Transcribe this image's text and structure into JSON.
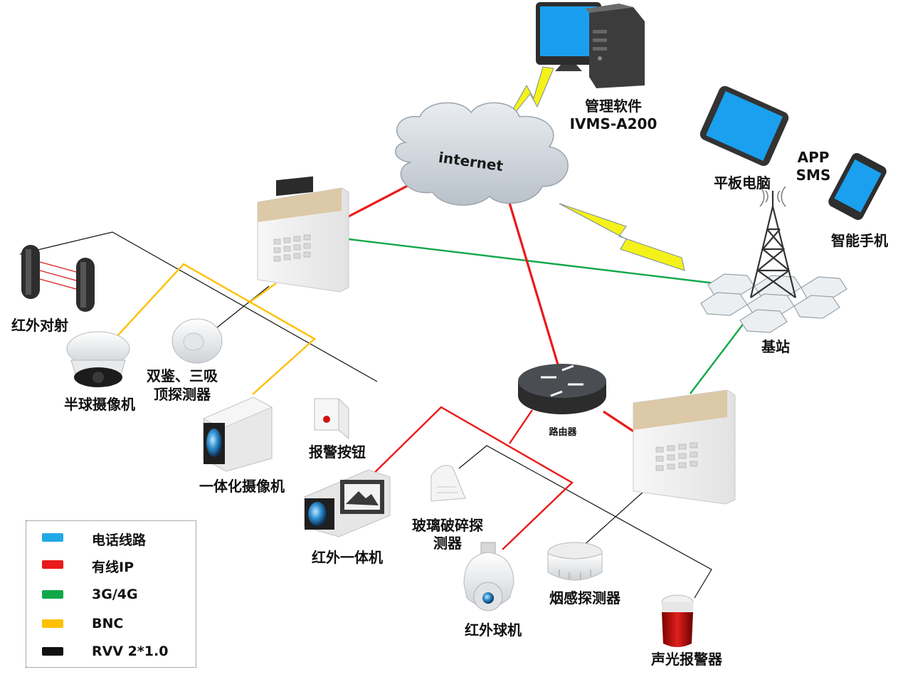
{
  "colors": {
    "phone_line": "#21a9e6",
    "wired_ip": "#ea1a1a",
    "net_3g4g": "#11a84a",
    "bnc": "#ffc000",
    "rvv": "#111111"
  },
  "cloud": {
    "label": "internet"
  },
  "devices": {
    "management_software": {
      "line1": "管理软件",
      "line2": "IVMS-A200"
    },
    "tablet": {
      "label": "平板电脑"
    },
    "app_sms": {
      "line1": "APP",
      "line2": "SMS"
    },
    "smartphone": {
      "label": "智能手机"
    },
    "base_station": {
      "label": "基站"
    },
    "router": {
      "label": "路由器"
    },
    "ir_beam": {
      "label": "红外对射"
    },
    "dome_camera": {
      "label": "半球摄像机"
    },
    "dual_tech_detector": {
      "line1": "双鉴、三吸",
      "line2": "顶探测器"
    },
    "box_camera": {
      "label": "一体化摄像机"
    },
    "alarm_button": {
      "label": "报警按钮"
    },
    "ir_box_camera": {
      "label": "红外一体机"
    },
    "glass_break": {
      "line1": "玻璃破碎探",
      "line2": "测器"
    },
    "ir_speed_dome": {
      "label": "红外球机"
    },
    "smoke_detector": {
      "label": "烟感探测器"
    },
    "strobe_siren": {
      "label": "声光报警器"
    }
  },
  "legend": [
    {
      "label": "电话线路",
      "color": "#21a9e6"
    },
    {
      "label": "有线IP",
      "color": "#ea1a1a"
    },
    {
      "label": "3G/4G",
      "color": "#11a84a"
    },
    {
      "label": "BNC",
      "color": "#ffc000"
    },
    {
      "label": "RVV 2*1.0",
      "color": "#111111"
    }
  ]
}
